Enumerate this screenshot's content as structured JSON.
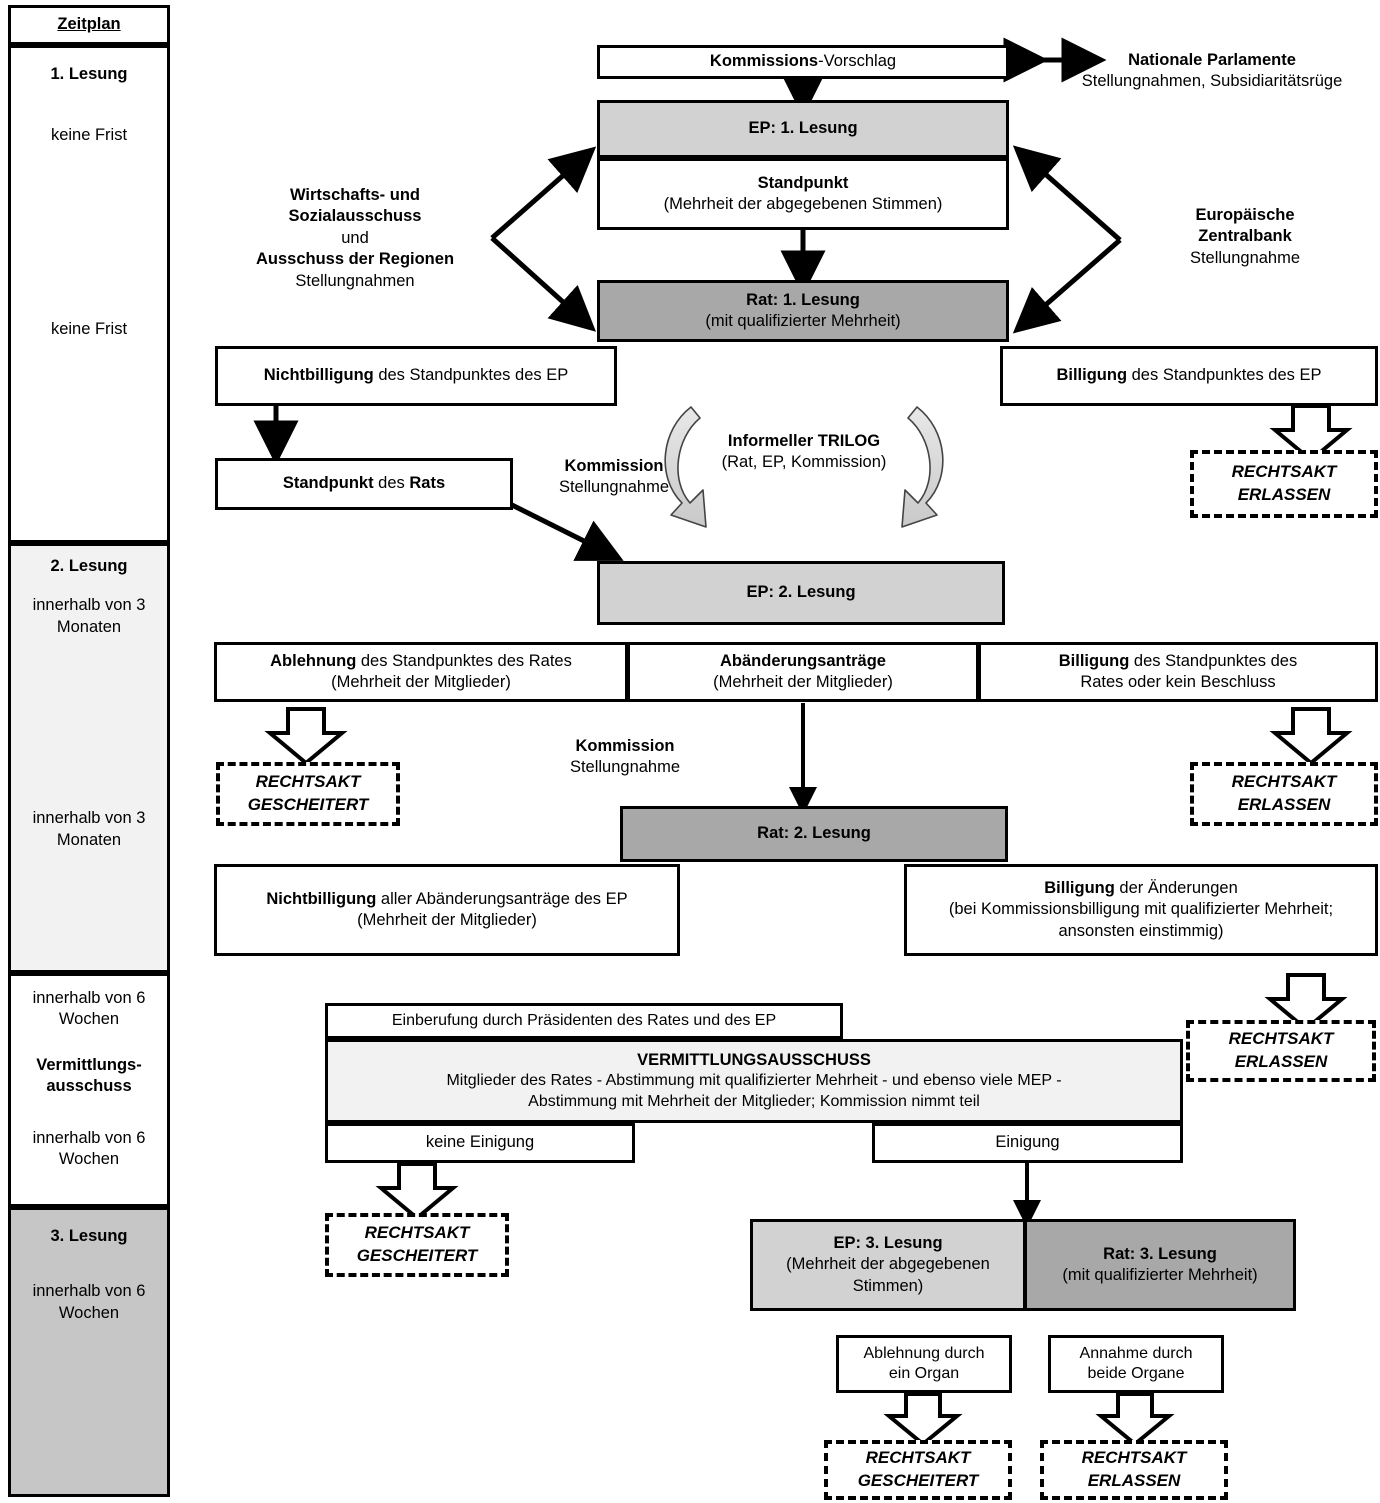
{
  "sidebar": {
    "title": "Zeitplan",
    "cells": [
      {
        "head": "1. Lesung",
        "lines": [
          "keine Frist",
          "keine Frist"
        ]
      },
      {
        "head": "2. Lesung",
        "lines": [
          "innerhalb von 3 Monaten",
          "innerhalb von 3 Monaten"
        ]
      },
      {
        "head": "Vermittlungs- ausschuss",
        "lines": [
          "innerhalb von 6 Wochen",
          "innerhalb von 6 Wochen"
        ]
      },
      {
        "head": "3. Lesung",
        "lines": [
          "innerhalb von 6 Wochen"
        ]
      }
    ],
    "c0_head": "1. Lesung",
    "c0_l1": "keine Frist",
    "c0_l2": "keine Frist",
    "c1_head": "2. Lesung",
    "c1_l1": "innerhalb von 3 Monaten",
    "c1_l2": "innerhalb von 3 Monaten",
    "c2_l1": "innerhalb von 6 Wochen",
    "c2_head": "Vermittlungs-",
    "c2_head2": "ausschuss",
    "c2_l2": "innerhalb von 6 Wochen",
    "c3_head": "3. Lesung",
    "c3_l1": "innerhalb von 6 Wochen"
  },
  "flow": {
    "proposal_bold": "Kommissions",
    "proposal_rest": "-Vorschlag",
    "nat_parl_title": "Nationale Parlamente",
    "nat_parl_sub": "Stellungnahmen,  Subsidiaritätsrüge",
    "ep1_title": "EP: 1. Lesung",
    "standpunkt_title": "Standpunkt",
    "standpunkt_sub": "(Mehrheit der abgegebenen Stimmen)",
    "wsa_l1": "Wirtschafts- und",
    "wsa_l2": "Sozialausschuss",
    "wsa_l3": "und",
    "wsa_l4": "Ausschuss der Regionen",
    "wsa_l5": "Stellungnahmen",
    "ezb_l1": "Europäische",
    "ezb_l2": "Zentralbank",
    "ezb_l3": "Stellungnahme",
    "rat1_title": "Rat: 1. Lesung",
    "rat1_sub": "(mit qualifizierter Mehrheit)",
    "nicht_b": "Nichtbilligung",
    "nicht_rest": " des Standpunktes des EP",
    "bill1_b": "Billigung",
    "bill1_rest": " des Standpunktes des EP",
    "standpunkt_rats_1": "Standpunkt",
    "standpunkt_rats_2": " des ",
    "standpunkt_rats_3": "Rats",
    "kommission_1_b": "Kommission",
    "kommission_1_sub": "Stellungnahme",
    "trilog_title": "Informeller TRILOG",
    "trilog_sub": "(Rat, EP, Kommission)",
    "ep2_title": "EP: 2. Lesung",
    "abl_b": "Ablehnung",
    "abl_rest": " des Standpunktes des Rates",
    "abl_sub": "(Mehrheit der Mitglieder)",
    "aend_b": "Abänderungsanträge",
    "aend_sub": "(Mehrheit der Mitglieder)",
    "bill2_b": "Billigung",
    "bill2_rest": " des Standpunktes des",
    "bill2_sub": "Rates oder kein Beschluss",
    "kommission_2_b": "Kommission",
    "kommission_2_sub": "Stellungnahme",
    "rat2_title": "Rat: 2. Lesung",
    "nicht2_b": "Nichtbilligung",
    "nicht2_rest": " aller Abänderungsanträge des EP",
    "nicht2_sub": "(Mehrheit der Mitglieder)",
    "bill3_b": "Billigung",
    "bill3_rest": " der Änderungen",
    "bill3_sub1": "(bei Kommissionsbilligung mit qualifizierter Mehrheit;",
    "bill3_sub2": "ansonsten einstimmig)",
    "einberufung": "Einberufung durch Präsidenten des Rates und des EP",
    "verm_title": "VERMITTLUNGSAUSSCHUSS",
    "verm_l1": "Mitglieder des Rates - Abstimmung mit qualifizierter Mehrheit - und ebenso viele MEP -",
    "verm_l2": "Abstimmung mit Mehrheit der Mitglieder;  Kommission nimmt teil",
    "keine_einigung": "keine Einigung",
    "einigung": "Einigung",
    "ep3_title": "EP: 3. Lesung",
    "ep3_sub1": "(Mehrheit der abgegebenen",
    "ep3_sub2": "Stimmen)",
    "rat3_title": "Rat: 3. Lesung",
    "rat3_sub": "(mit qualifizierter Mehrheit)",
    "ablehnung_organ_1": "Ablehnung durch",
    "ablehnung_organ_2": "ein Organ",
    "annahme_organe_1": "Annahme durch",
    "annahme_organe_2": "beide Organe",
    "rechtsakt_erlassen_1": "RECHTSAKT",
    "rechtsakt_erlassen_2": "ERLASSEN",
    "rechtsakt_gescheitert_1": "RECHTSAKT",
    "rechtsakt_gescheitert_2": "GESCHEITERT"
  },
  "colors": {
    "light_gray": "#d2d2d2",
    "dark_gray": "#a8a8a8",
    "faint_gray": "#f2f2f2",
    "sidebar_gray": "#c6c6c6",
    "outline": "#000000"
  }
}
